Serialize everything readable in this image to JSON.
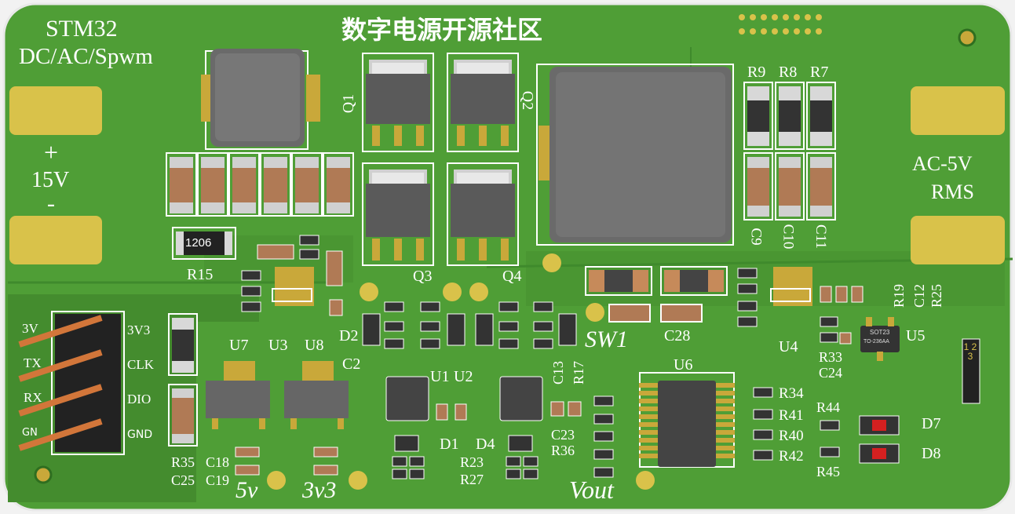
{
  "board": {
    "title": "数字电源开源社区",
    "brand_line1": "STM32",
    "brand_line2": "DC/AC/Spwm",
    "input_plus": "+",
    "input_voltage": "15V",
    "input_minus": "-",
    "output_line1": "AC-5V",
    "output_line2": "RMS",
    "colors": {
      "pcb": "#55a53a",
      "pcb_dark": "#3f8a2c",
      "pad": "#d9b83b",
      "silk": "#ffffff"
    }
  },
  "designators": {
    "q1": "Q1",
    "q2": "Q2",
    "q3": "Q3",
    "q4": "Q4",
    "r9": "R9",
    "r8": "R8",
    "r7": "R7",
    "c9": "C9",
    "c10": "C10",
    "c11": "C11",
    "r15": "R15",
    "r19": "R19",
    "c12": "C12",
    "r25": "R25",
    "u7": "U7",
    "u3": "U3",
    "u8": "U8",
    "u4": "U4",
    "u5": "U5",
    "u6": "U6",
    "d2": "D2",
    "c2": "C2",
    "u1": "U1",
    "u2": "U2",
    "sw1": "SW1",
    "c28": "C28",
    "r33": "R33",
    "c24": "C24",
    "c13": "C13",
    "r17": "R17",
    "d1": "D1",
    "d4": "D4",
    "c23": "C23",
    "r36": "R36",
    "r34": "R34",
    "r41": "R41",
    "r40": "R40",
    "r42": "R42",
    "r44": "R44",
    "r45": "R45",
    "d7": "D7",
    "d8": "D8",
    "r35": "R35",
    "c18": "C18",
    "c25": "C25",
    "c19": "C19",
    "r23": "R23",
    "r27": "R27"
  },
  "header_pins": {
    "left": [
      "3V",
      "TX",
      "RX",
      "GN"
    ],
    "right": [
      "3V3",
      "CLK",
      "DIO",
      "GND"
    ]
  },
  "testpoints": {
    "tp_5v": "5v",
    "tp_3v3": "3v3",
    "tp_vout": "Vout"
  },
  "parts": {
    "r15_marking": "1206",
    "u5_marking1": "SOT23",
    "u5_marking2": "TO-236AA",
    "jumper_marking": "1 2 3"
  }
}
